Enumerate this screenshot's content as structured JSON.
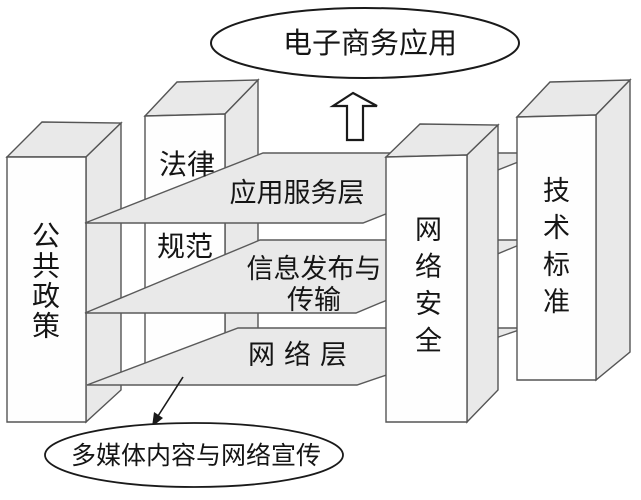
{
  "diagram": {
    "top_ellipse": {
      "label": "电子商务应用"
    },
    "bottom_ellipse": {
      "label": "多媒体内容与网络宣传"
    },
    "pillars": {
      "public_policy": {
        "label": "公共政策"
      },
      "law_regulation": {
        "label_top": "法律",
        "label_bottom": "规范"
      },
      "network_security": {
        "label": "网络安全"
      },
      "technical_standards": {
        "label": "技术标准"
      }
    },
    "layers": {
      "application_service": {
        "label": "应用服务层"
      },
      "info_publish": {
        "label_line1": "信息发布与",
        "label_line2": "传输"
      },
      "network": {
        "label": "网络层"
      }
    },
    "colors": {
      "front_face": "#ffffff",
      "shaded_face": "#e9e9e9",
      "box_edge": "#555555",
      "outline": "#1a1a1a",
      "text": "#151515",
      "background": "#ffffff"
    }
  }
}
